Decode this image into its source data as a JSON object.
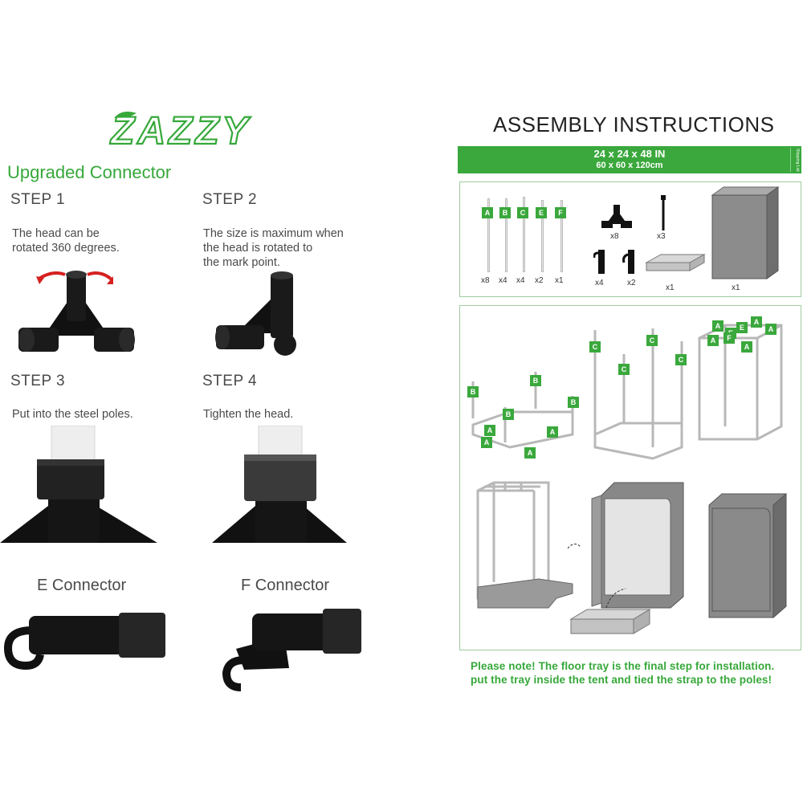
{
  "brand": {
    "logo_text": "ZAZZY"
  },
  "left": {
    "heading": "Upgraded Connector",
    "steps": [
      {
        "title": "STEP 1",
        "text_lines": [
          "The head can be",
          "rotated 360 degrees."
        ]
      },
      {
        "title": "STEP 2",
        "text_lines": [
          "The size is maximum when",
          "the head is rotated to",
          "the mark point."
        ]
      },
      {
        "title": "STEP 3",
        "text_lines": [
          "Put into the steel poles."
        ]
      },
      {
        "title": "STEP 4",
        "text_lines": [
          "Tighten the head."
        ]
      }
    ],
    "connectors": [
      {
        "title": "E Connector"
      },
      {
        "title": "F Connector"
      }
    ]
  },
  "right": {
    "title": "ASSEMBLY INSTRUCTIONS",
    "size_bar": {
      "line1": "24 x 24 x 48 IN",
      "line2": "60 x 60 x 120cm",
      "side_tag": "Shipping List"
    },
    "poles": [
      {
        "letter": "A",
        "qty": "x8"
      },
      {
        "letter": "B",
        "qty": "x4"
      },
      {
        "letter": "C",
        "qty": "x4"
      },
      {
        "letter": "E",
        "qty": "x2"
      },
      {
        "letter": "F",
        "qty": "x1"
      }
    ],
    "parts": {
      "corner_qty": "x8",
      "strap_qty": "x3",
      "hook_e_qty": "x4",
      "hook_f_qty": "x2",
      "tray_qty": "x1",
      "tent_qty": "x1"
    },
    "diagram_labels": {
      "A": "A",
      "B": "B",
      "C": "C",
      "E": "E",
      "F": "F"
    },
    "note_lines": [
      "Please note! The floor tray is the final step for installation.",
      "put the tray inside the tent and tied the strap to the poles!"
    ]
  },
  "colors": {
    "brand_green": "#36a83a",
    "bar_green": "#3aa83c",
    "panel_border": "#9fcc9f"
  }
}
